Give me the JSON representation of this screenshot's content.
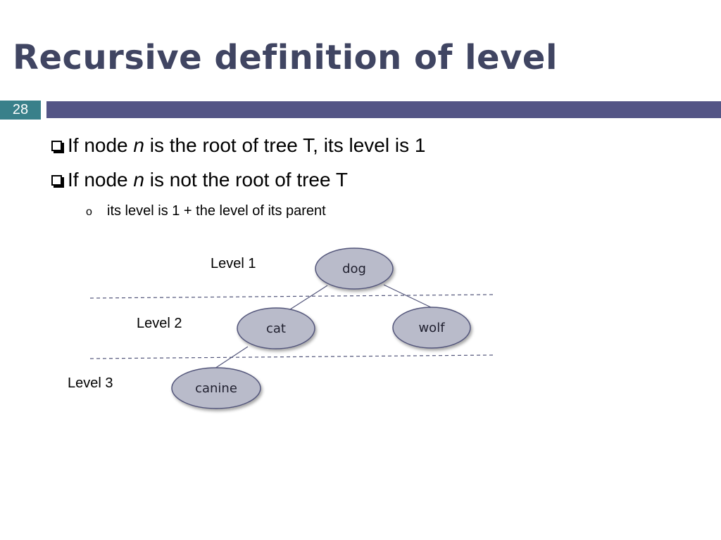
{
  "slide": {
    "title": "Recursive definition of level",
    "number": "28"
  },
  "bullets": [
    {
      "pre": "If node ",
      "var": "n",
      "post": " is the root of tree T, its level is 1"
    },
    {
      "pre": "If node ",
      "var": "n",
      "post": " is not the root of tree T"
    }
  ],
  "sub_bullet": {
    "marker": "o",
    "text": "its level is 1 + the level of its parent"
  },
  "diagram": {
    "level_labels": [
      "Level 1",
      "Level 2",
      "Level 3"
    ],
    "nodes": [
      {
        "id": "dog",
        "label": "dog",
        "level": 1
      },
      {
        "id": "cat",
        "label": "cat",
        "level": 2
      },
      {
        "id": "wolf",
        "label": "wolf",
        "level": 2
      },
      {
        "id": "canine",
        "label": "canine",
        "level": 3
      }
    ],
    "edges": [
      [
        "dog",
        "cat"
      ],
      [
        "dog",
        "wolf"
      ],
      [
        "cat",
        "canine"
      ]
    ],
    "colors": {
      "node_fill": "#b9bbca",
      "node_stroke": "#52557a",
      "edge": "#52557a",
      "divider": "#52557a"
    }
  }
}
